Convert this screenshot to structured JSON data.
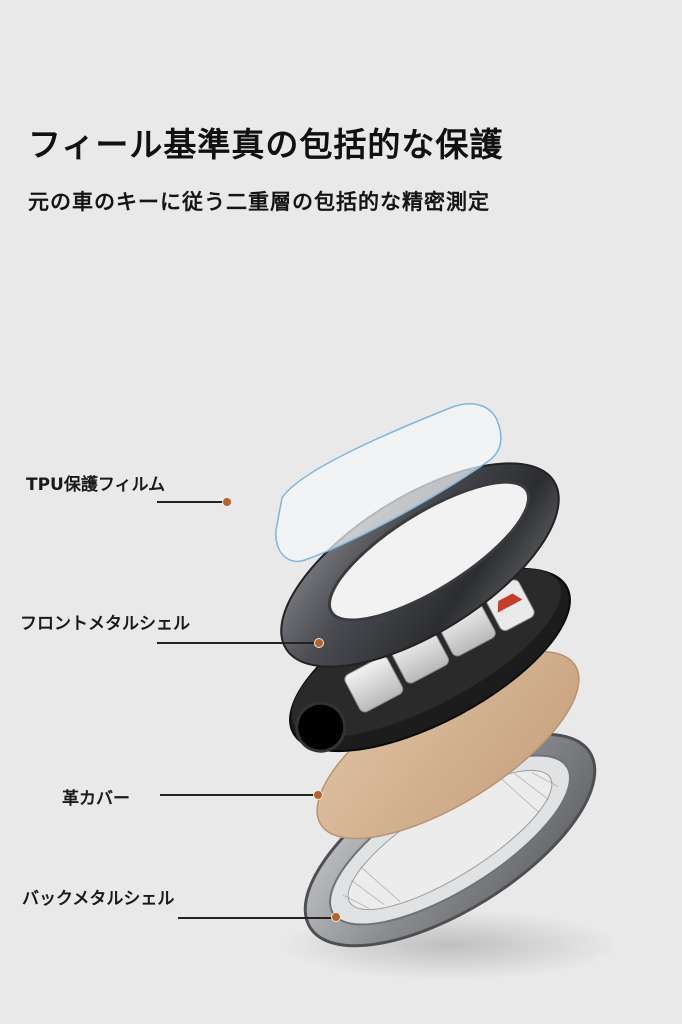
{
  "header": {
    "title": "フィール基準真の包括的な保護",
    "subtitle": "元の車のキーに従う二重層の包括的な精密測定"
  },
  "callouts": [
    {
      "label": "TPU保護フィルム"
    },
    {
      "label": "フロントメタルシェル"
    },
    {
      "label": "革カバー"
    },
    {
      "label": "バックメタルシェル"
    }
  ],
  "colors": {
    "background": "#e9e9e9",
    "dot": "#b0642f",
    "leather": "#d9b794",
    "key_body": "#1c1c1c",
    "film_edge": "#7fb6de"
  }
}
